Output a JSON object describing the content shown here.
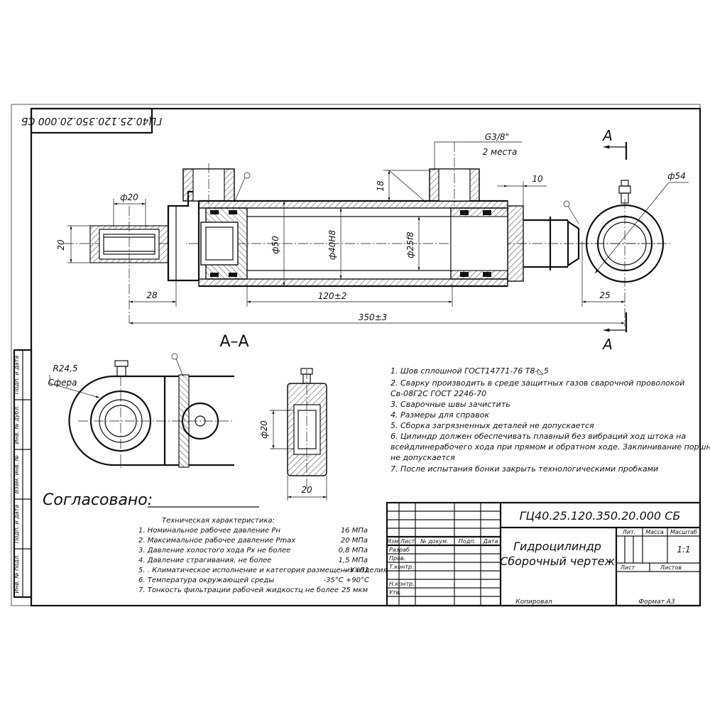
{
  "stamp_code": "ГЦ40.25.120.350.20.000 СБ",
  "dims": {
    "d_rod_eye": "ф20",
    "h_eye": "20",
    "port": "G3/8\"",
    "port_qty": "2 места",
    "d_eye": "ф54",
    "h18": "18",
    "h10": "10",
    "d50": "ф50",
    "d40": "ф40H8",
    "d25": "ф25f8",
    "l28": "28",
    "stroke": "120±2",
    "length": "350±3",
    "l25": "25",
    "r_sphere": "R24,5",
    "sphere": "Сфера",
    "d20_sec": "ф20",
    "w20_sec": "20"
  },
  "section_label": "А–А",
  "section_mark": "А",
  "notes": [
    "1. Шов сплошной ГОСТ14771-76 Т8-◺5",
    "2. Сварку производить в среде защитных газов сварочной проволокой",
    "Св-08Г2С ГОСТ 2246-70",
    "3. Сварочные швы зачистить",
    "4. Размеры для справок",
    "5. Сборка загрязненных деталей не допускается",
    "6. Цилиндр должен обеспечивать плавный без вибраций ход штока на",
    "всейдлинерабочего хода при прямом и обратном ходе. Заклинивание поршня",
    "не допускается",
    "7. После испытания бонки закрыть технологическими пробками"
  ],
  "agreed": "Согласовано:",
  "tech": {
    "title": "Техническая характеристика:",
    "rows": [
      {
        "label": "1. Номинальное рабочее давление  Pн",
        "value": "16 МПа"
      },
      {
        "label": "2. Максимальное рабочее давление Pmax",
        "value": "20 МПа"
      },
      {
        "label": "3. Давление холостого хода Pх       не более",
        "value": "0,8 МПа"
      },
      {
        "label": "4. Давление страгивания,                        не более",
        "value": "1,5 МПа"
      },
      {
        "label": "5. . Климатическое исполнение и категория размещения изделия",
        "value": "– УХЛ1"
      },
      {
        "label": "6. Температура окружающей среды",
        "value": "-35°С +90°С"
      },
      {
        "label": "7. Тонкость фильтрации рабочей жидкостц не более",
        "value": "25 мкм"
      }
    ]
  },
  "side_labels": [
    "Подп. и дата",
    "Инв. № дубл.",
    "Взам. инв. №",
    "Подп. и дата",
    "Инв. № подл."
  ],
  "title_block": {
    "code": "ГЦ40.25.120.350.20.000 СБ",
    "name1": "Гидроцилиндр",
    "name2": "Сборочный чертеж",
    "hdr": [
      "Изм",
      "Лист",
      "№ докум.",
      "Подп.",
      "Дата"
    ],
    "roles": [
      "Разраб",
      "Пров.",
      "Т.контр.",
      "Н.контр.",
      "Утв."
    ],
    "lit": "Лит.",
    "mass": "Масса",
    "scale": "Масштаб",
    "scale_val": "1:1",
    "sheet": "Лист",
    "sheets": "Листов",
    "copied": "Копировал",
    "format": "Формат  А3"
  }
}
